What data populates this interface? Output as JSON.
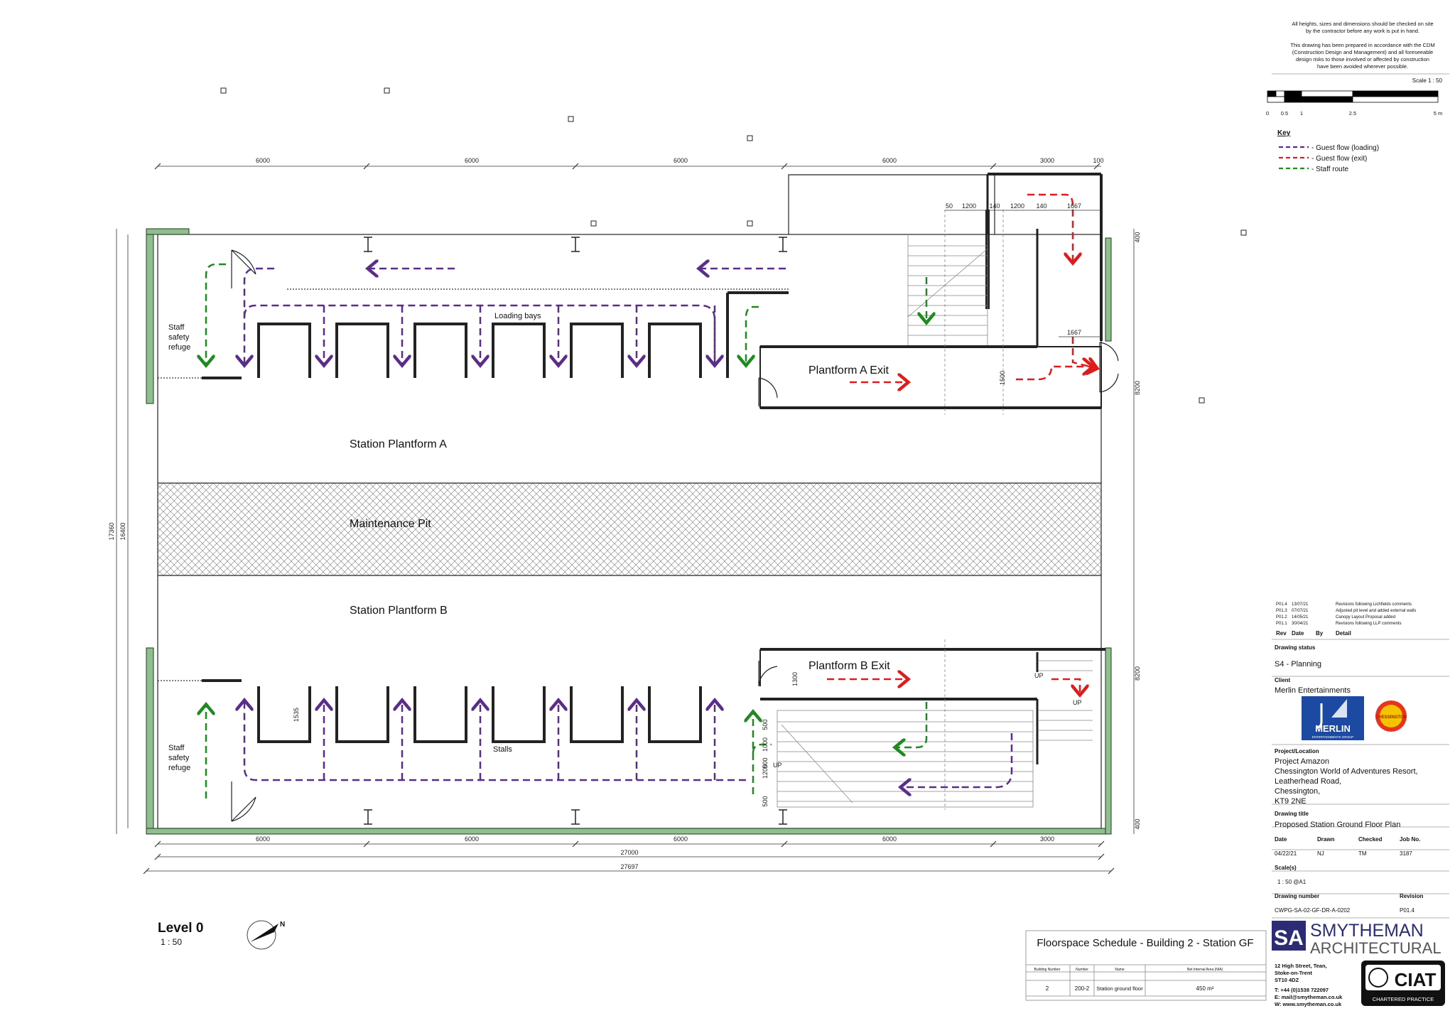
{
  "notes": {
    "line1": "All heights, sizes and dimensions should be checked on site",
    "line2": "by the contractor before any work is put in hand.",
    "line3": "This drawing has been prepared in accordance with the CDM",
    "line4": "(Construction Design and Management) and all foreseeable",
    "line5": "design risks to those involved or affected by construction",
    "line6": "have been avoided wherever possible."
  },
  "scale_bar": {
    "title": "Scale 1 : 50",
    "ticks": [
      "0",
      "0.5",
      "1",
      "2.5",
      "5 m"
    ]
  },
  "key": {
    "title": "Key",
    "items": [
      {
        "label": "- Guest flow (loading)",
        "color": "#5b2d8a"
      },
      {
        "label": "- Guest flow (exit)",
        "color": "#e01b1b"
      },
      {
        "label": "- Staff route",
        "color": "#1f8a1f"
      }
    ]
  },
  "plan": {
    "rooms": {
      "platform_a": "Station Plantform A",
      "pit": "Maintenance Pit",
      "platform_b": "Station Plantform B",
      "exit_a": "Plantform A Exit",
      "exit_b": "Plantform B Exit",
      "loading_bays": "Loading bays",
      "stalls": "Stalls",
      "refuge_top": [
        "Staff",
        "safety",
        "refuge"
      ],
      "refuge_bottom": [
        "Staff",
        "safety",
        "refuge"
      ]
    },
    "dims_top": [
      "6000",
      "6000",
      "6000",
      "6000",
      "3000",
      "100"
    ],
    "dims_top_stair": [
      "50",
      "1200",
      "140",
      "1200",
      "140",
      "1667"
    ],
    "dim_stair_mid": "1667",
    "dims_bottom": [
      "6000",
      "6000",
      "6000",
      "6000",
      "3000"
    ],
    "dim_total_inner": "27000",
    "dim_total_outer": "27697",
    "dims_left": [
      "17360",
      "16400"
    ],
    "dims_right": [
      "400",
      "8200",
      "8200",
      "400"
    ],
    "dims_misc": [
      "1535",
      "1300",
      "1500",
      "500",
      "1000",
      "1200",
      "500",
      "500",
      "50"
    ],
    "up_labels": [
      "UP",
      "UP",
      "UP"
    ],
    "level_title": "Level 0",
    "level_scale": "1 : 50",
    "north": "N"
  },
  "revisions": {
    "rows": [
      {
        "rev": "P01.4",
        "date": "13/07/21",
        "by": "",
        "detail": "Revisions following Lichfields comments"
      },
      {
        "rev": "P01.3",
        "date": "07/07/21",
        "by": "",
        "detail": "Adjusted pit level and added external walls"
      },
      {
        "rev": "P01.2",
        "date": "14/05/21",
        "by": "",
        "detail": "Canopy Layout Proposal added"
      },
      {
        "rev": "P01.1",
        "date": "30/04/21",
        "by": "",
        "detail": "Revisions following LLP comments"
      }
    ],
    "headers": {
      "rev": "Rev",
      "date": "Date",
      "by": "By",
      "detail": "Detail"
    }
  },
  "title_block": {
    "status_label": "Drawing status",
    "status": "S4 - Planning",
    "client_label": "Client",
    "client": "Merlin Entertainments",
    "merlin_logo": "MERLIN",
    "merlin_logo_sub": "ENTERTAINMENTS GROUP",
    "chessington_logo": "CHESSINGTON",
    "project_label": "Project/Location",
    "project": [
      "Project Amazon",
      "Chessington World of Adventures Resort,",
      "Leatherhead Road,",
      "Chessington,",
      "KT9 2NE"
    ],
    "title_label": "Drawing title",
    "title": "Proposed Station Ground Floor Plan",
    "date_label": "Date",
    "drawn_label": "Drawn",
    "checked_label": "Checked",
    "job_label": "Job No.",
    "date": "04/22/21",
    "drawn": "NJ",
    "checked": "TM",
    "job": "3187",
    "scales_label": "Scale(s)",
    "scale": "1 : 50 @A1",
    "number_label": "Drawing number",
    "revision_label": "Revision",
    "number": "CWPG-SA-02-GF-DR-A-0202",
    "revision": "P01.4"
  },
  "company": {
    "mark": "SA",
    "name": "SMYTHEMAN",
    "sub": "ARCHITECTURAL",
    "address": [
      "12 High Street, Tean,",
      "Stoke-on-Trent",
      "ST10 4DZ"
    ],
    "tel": "T:  +44 (0)1538 722097",
    "email": "E:  mail@smytheman.co.uk",
    "web": "W: www.smytheman.co.uk",
    "ciat": "CIAT",
    "ciat_sub": "CHARTERED PRACTICE"
  },
  "schedule": {
    "title": "Floorspace Schedule - Building 2 - Station GF",
    "headers": [
      "Building Number",
      "Number",
      "Name",
      "Net Internal Area (NIA)"
    ],
    "row": [
      "2",
      "200-2",
      "Station ground floor",
      "450 m²"
    ]
  },
  "colors": {
    "loading": "#5b2d8a",
    "exit": "#e01b1b",
    "staff": "#1f8a1f",
    "wall_fill": "#8fbf8f"
  }
}
